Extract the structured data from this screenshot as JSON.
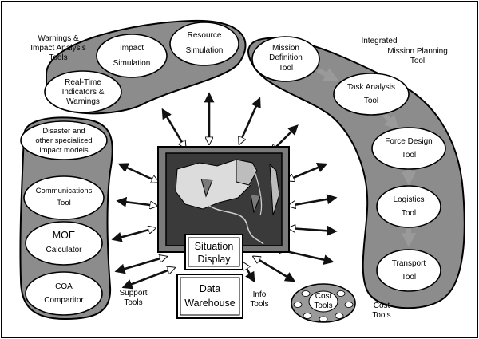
{
  "warnings_group": {
    "title": [
      "Warnings &",
      "Impact Analysis",
      "Tools"
    ],
    "items": [
      {
        "lines": [
          "Impact",
          "Simulation"
        ]
      },
      {
        "lines": [
          "Resource",
          "Simulation"
        ]
      },
      {
        "lines": [
          "Real-Time",
          "Indicators &",
          "Warnings"
        ]
      }
    ]
  },
  "support_group": {
    "items": [
      {
        "lines": [
          "Disaster and",
          "other specialized",
          "impact models"
        ]
      },
      {
        "lines": [
          "Communications",
          "Tool"
        ]
      },
      {
        "lines": [
          "MOE",
          "Calculator"
        ]
      },
      {
        "lines": [
          "COA",
          "Comparitor"
        ]
      }
    ],
    "label": [
      "Support",
      "Tools"
    ]
  },
  "mission_group": {
    "title": [
      "Integrated",
      "Mission Planning",
      "Tool"
    ],
    "items": [
      {
        "lines": [
          "Mission",
          "Definition",
          "Tool"
        ]
      },
      {
        "lines": [
          "Task Analysis",
          "Tool"
        ]
      },
      {
        "lines": [
          "Force Design",
          "Tool"
        ]
      },
      {
        "lines": [
          "Logistics",
          "Tool"
        ]
      },
      {
        "lines": [
          "Transport",
          "Tool"
        ]
      }
    ]
  },
  "center": {
    "display": [
      "Situation",
      "Display"
    ],
    "warehouse": [
      "Data",
      "Warehouse"
    ],
    "info_label": [
      "Info",
      "Tools"
    ]
  },
  "cost_group": {
    "inner": [
      "Cost",
      "Tools"
    ],
    "label": [
      "Cost",
      "Tools"
    ]
  }
}
